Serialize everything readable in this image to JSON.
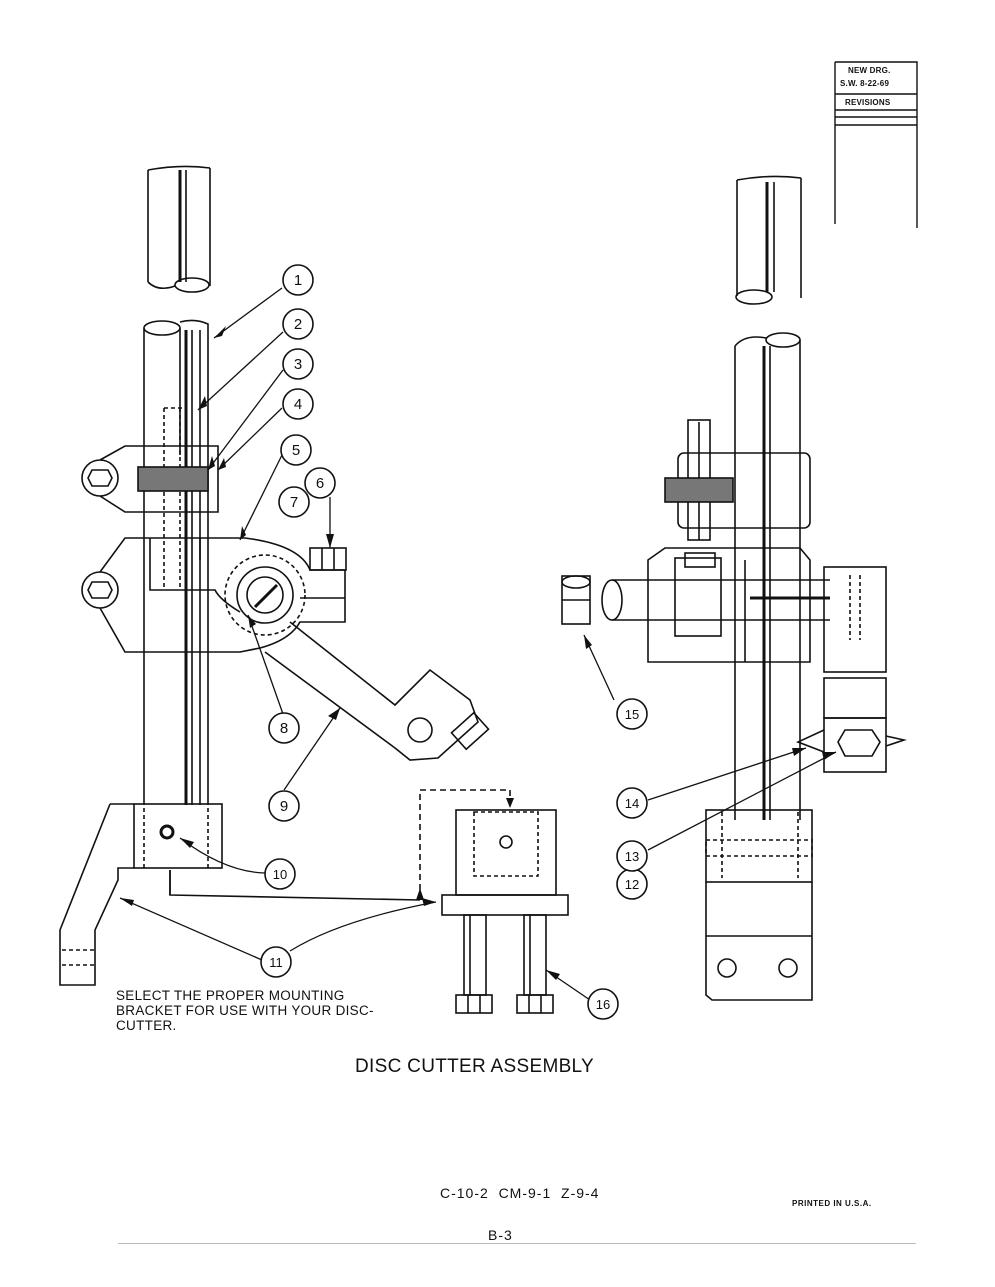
{
  "revision_block": {
    "line1": "NEW DRG.",
    "line2": "S.W. 8-22-69",
    "line3": "REVISIONS"
  },
  "diagram": {
    "title": "DISC CUTTER ASSEMBLY",
    "note_lines": [
      "SELECT THE PROPER MOUNTING",
      "BRACKET FOR USE WITH YOUR DISC-",
      "CUTTER."
    ],
    "callouts": {
      "c1": "1",
      "c2": "2",
      "c3": "3",
      "c4": "4",
      "c5": "5",
      "c6": "6",
      "c7": "7",
      "c8": "8",
      "c9": "9",
      "c10": "10",
      "c11": "11",
      "c12": "12",
      "c13": "13",
      "c14": "14",
      "c15": "15",
      "c16": "16"
    }
  },
  "footer": {
    "codes": "C-10-2  CM-9-1  Z-9-4",
    "printed": "PRINTED IN U.S.A.",
    "page_number": "B-3"
  }
}
